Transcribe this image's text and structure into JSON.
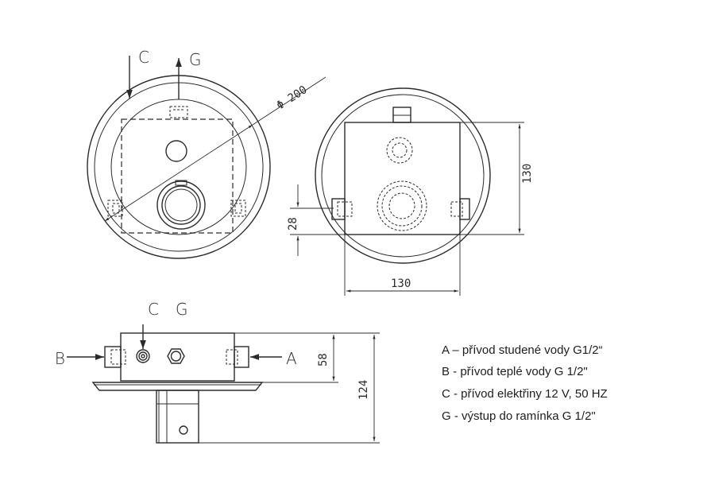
{
  "top_view": {
    "label_c": "C",
    "label_g": "G",
    "diameter": "Φ 200"
  },
  "right_view": {
    "dim_height": "130",
    "dim_28": "28",
    "dim_width": "130"
  },
  "side_view": {
    "label_b": "B",
    "label_a": "A",
    "label_c": "C",
    "label_g": "G",
    "dim_58": "58",
    "dim_124": "124"
  },
  "legend": [
    "A – přívod studené vody G1/2“",
    "B - přívod teplé vody G 1/2\"",
    "C - přívod elektřiny 12 V, 50 HZ",
    "G - výstup do ramínka G 1/2\""
  ]
}
